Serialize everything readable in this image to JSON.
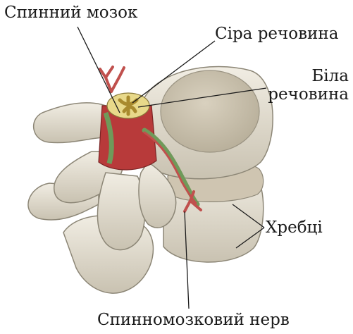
{
  "labels": {
    "spinal_cord": "Спинний мозок",
    "grey_matter": "Сіра речовина",
    "white_matter_line1": "Біла",
    "white_matter_line2": "речовина",
    "vertebrae": "Хребці",
    "spinal_nerve": "Спинномозковий нерв"
  },
  "colors": {
    "bone": "#e9e4d6",
    "bone_shadow": "#b8b2a3",
    "disc": "#d0c7b4",
    "grey_matter": "#c9a54a",
    "white_matter": "#e8d98a",
    "dura": "#b83a3a",
    "nerve_green": "#6f9a5a",
    "nerve_red": "#c0504d"
  }
}
